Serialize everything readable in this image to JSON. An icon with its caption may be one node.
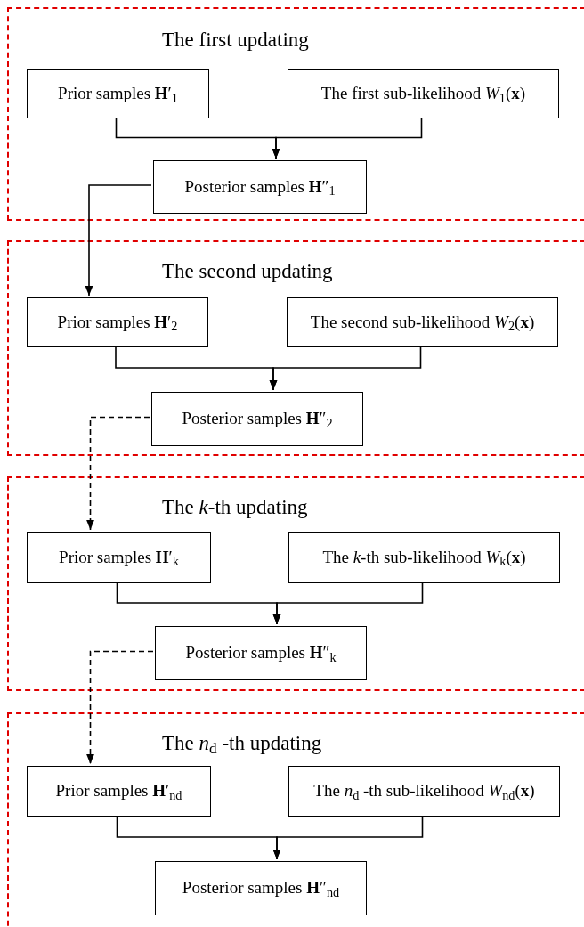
{
  "diagram": {
    "nodes": [
      {
        "text": [
          "The first updating"
        ]
      },
      {
        "text": [
          "Prior samples **H**′$_{1}$"
        ],
        "in": 0
      },
      {
        "text": [
          "The first sub-likelihood *W*$_{1}$(**x**)"
        ],
        "in": 0
      },
      {
        "text": [
          "Posterior samples **H**″$_{1}$"
        ],
        "in": 0
      },
      {
        "text": [
          "The second updating"
        ]
      },
      {
        "text": [
          "Prior samples **H**′$_{2}$"
        ],
        "in": 4
      },
      {
        "text": [
          "The second sub-likelihood *W*$_{2}$(**x**)"
        ],
        "in": 4
      },
      {
        "text": [
          "Posterior samples **H**″$_{2}$"
        ],
        "in": 4
      },
      {
        "text": [
          "The *k*-th updating"
        ]
      },
      {
        "text": [
          "Prior samples **H**′$_{k}$"
        ],
        "in": 8
      },
      {
        "text": [
          "The *k*-th sub-likelihood *W*$_{k}$(**x**)"
        ],
        "in": 8
      },
      {
        "text": [
          "Posterior samples **H**″$_{k}$"
        ],
        "in": 8
      },
      {
        "text": [
          "The *n*$_{d}$ -th updating"
        ]
      },
      {
        "text": [
          "Prior samples **H**′$_{nd}$"
        ],
        "in": 12
      },
      {
        "text": [
          "The *n*$_{d}$ -th sub-likelihood *W*$_{nd}$(**x**)"
        ],
        "in": 12
      },
      {
        "text": [
          "Posterior samples **H**″$_{nd}$"
        ],
        "in": 12
      }
    ],
    "edges": [
      {
        "from": 1,
        "to": 3,
        "arrow": "to"
      },
      {
        "from": 2,
        "to": 3,
        "arrow": "to"
      },
      {
        "from": 3,
        "to": 5,
        "arrow": "to"
      },
      {
        "from": 5,
        "to": 7,
        "arrow": "to"
      },
      {
        "from": 6,
        "to": 7,
        "arrow": "to"
      },
      {
        "from": 7,
        "to": 9,
        "arrow": "to",
        "style": "dashed"
      },
      {
        "from": 9,
        "to": 11,
        "arrow": "to"
      },
      {
        "from": 10,
        "to": 11,
        "arrow": "to"
      },
      {
        "from": 11,
        "to": 13,
        "arrow": "to",
        "style": "dashed"
      },
      {
        "from": 13,
        "to": 15,
        "arrow": "to"
      },
      {
        "from": 14,
        "to": 15,
        "arrow": "to"
      }
    ]
  }
}
